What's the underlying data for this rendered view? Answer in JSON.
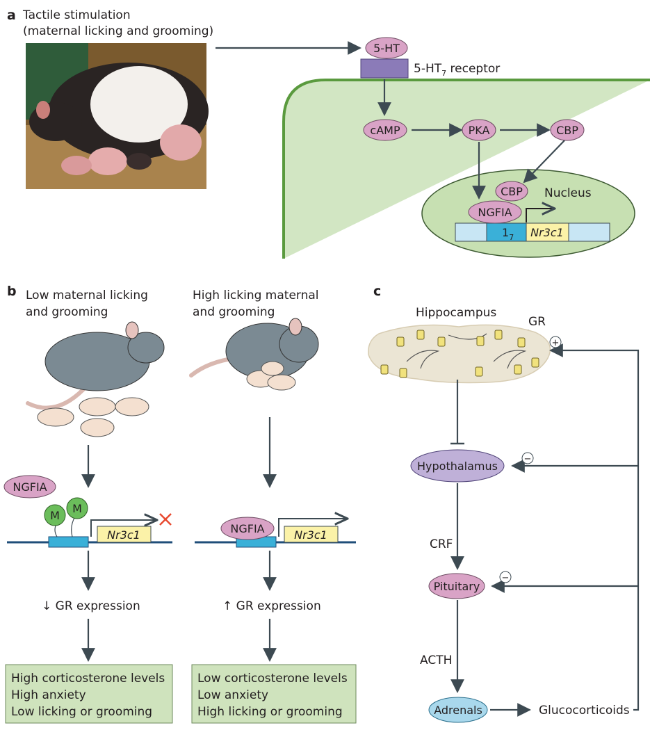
{
  "panel_a": {
    "letter": "a",
    "caption_line1": "Tactile stimulation",
    "caption_line2": "(maternal licking and grooming)",
    "ht_node": "5-HT",
    "receptor_label": "5-HT",
    "receptor_sub": "7",
    "receptor_suffix": " receptor",
    "camp": "cAMP",
    "pka": "PKA",
    "cbp_outer": "CBP",
    "cbp_inner": "CBP",
    "ngfia": "NGFIA",
    "nucleus": "Nucleus",
    "exon": "1",
    "exon_sub": "7",
    "gene": "Nr3c1"
  },
  "panel_b": {
    "letter": "b",
    "low_title_line1": "Low maternal licking",
    "low_title_line2": "and grooming",
    "high_title_line1": "High licking maternal",
    "high_title_line2": "and grooming",
    "ngfia_free": "NGFIA",
    "methyl_1": "M",
    "methyl_2": "M",
    "ngfia_bound": "NGFIA",
    "gene_low": "Nr3c1",
    "gene_high": "Nr3c1",
    "gr_low": "↓ GR expression",
    "gr_high": "↑ GR expression",
    "low_outcomes": [
      "High corticosterone levels",
      "High anxiety",
      "Low licking or grooming"
    ],
    "high_outcomes": [
      "Low corticosterone levels",
      "Low anxiety",
      "High licking or grooming"
    ]
  },
  "panel_c": {
    "letter": "c",
    "hippocampus": "Hippocampus",
    "gr": "GR",
    "plus": "+",
    "minus_1": "−",
    "minus_2": "−",
    "hypothalamus": "Hypothalamus",
    "crf": "CRF",
    "pituitary": "Pituitary",
    "acth": "ACTH",
    "adrenals": "Adrenals",
    "glucocorticoids": "Glucocorticoids"
  },
  "colors": {
    "arrow": "#3d4a52",
    "cell_fill": "#d2e6c3",
    "cell_border": "#5a9a3e",
    "nucleus_fill": "#c7e0b2",
    "node_pink": "#d9a3c6",
    "node_purple": "#bfb0d8",
    "node_blue": "#a9d8ec",
    "receptor": "#8b7bb8",
    "exon_blue": "#3ab0d8",
    "promoter_light": "#c8e6f4",
    "gene_yellow": "#fbf2a8",
    "methyl_green": "#6bbd5b",
    "outcome_box": "#cfe3bd",
    "hippocampus_fill": "#ebe5d4",
    "cross_red": "#e8492f"
  }
}
